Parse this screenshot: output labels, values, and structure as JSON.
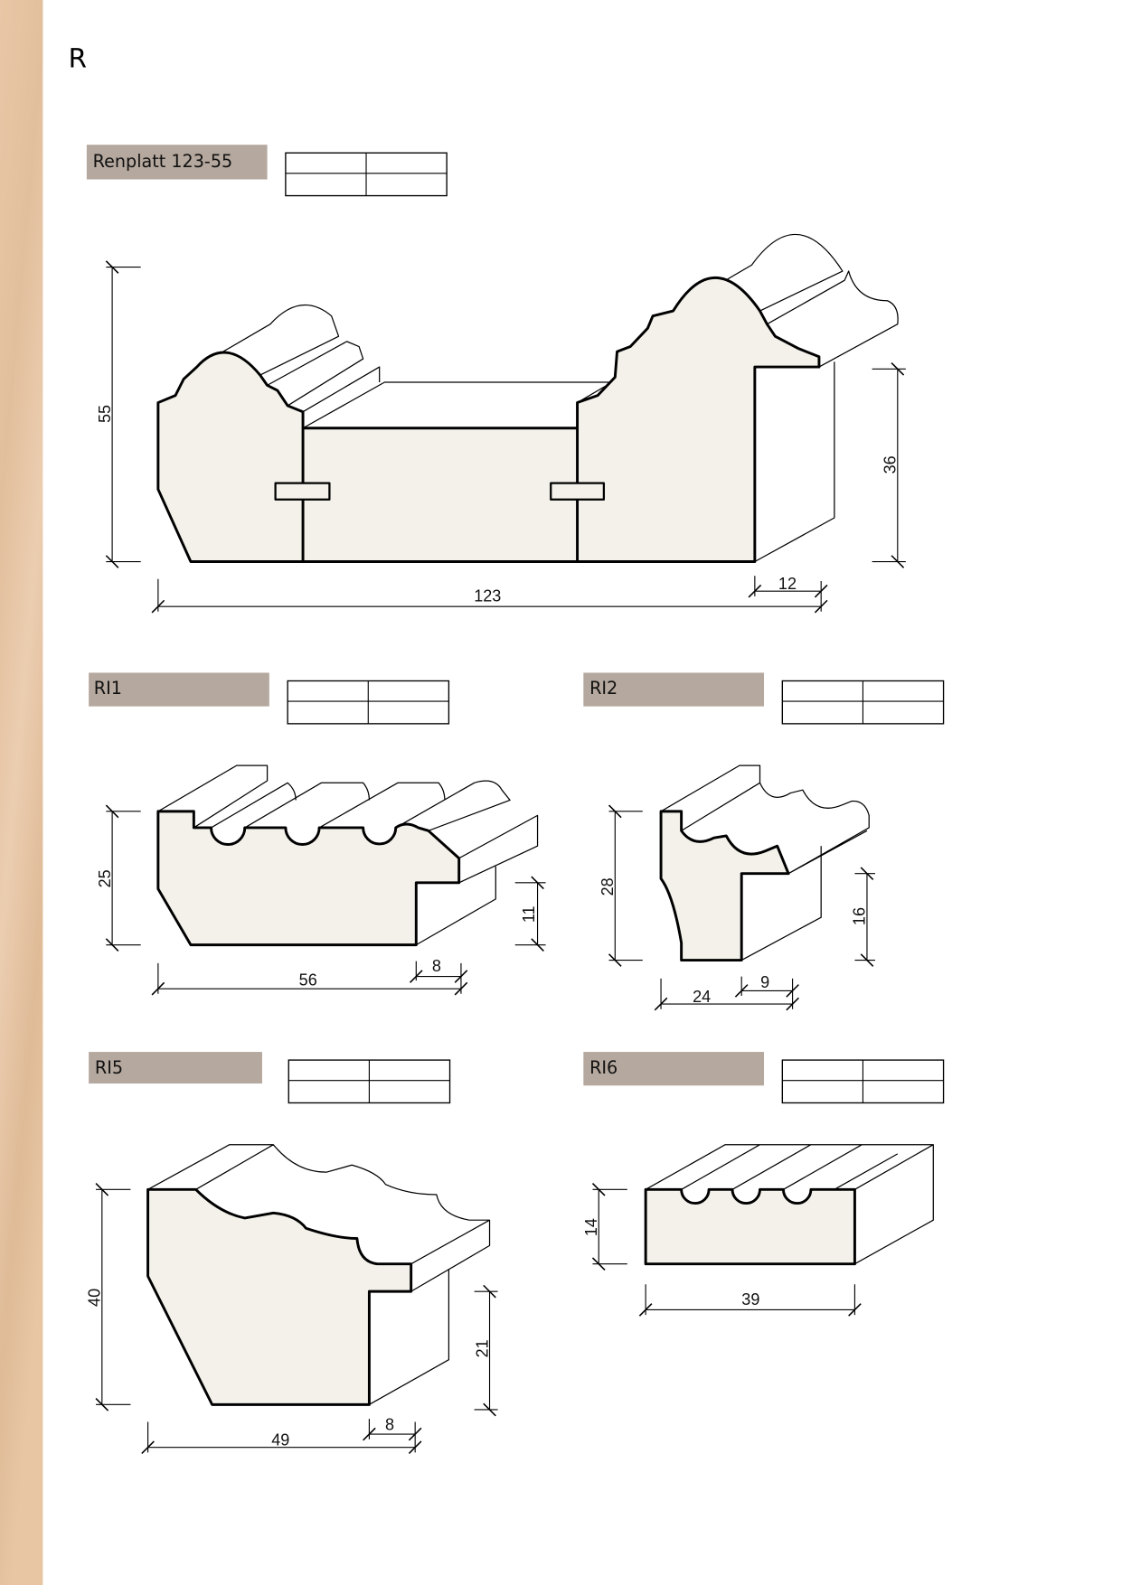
{
  "page": {
    "letter": "R",
    "colors": {
      "wood_strip": "#e6c3a0",
      "label_bar": "#b5a89e",
      "profile_fill": "#f3f1ea"
    }
  },
  "sections": {
    "renplatt": {
      "title": "Renplatt 123-55",
      "dims": {
        "height": "55",
        "rebate_height": "36",
        "width": "123",
        "rebate_width": "12"
      }
    },
    "ri1": {
      "title": "RI1",
      "dims": {
        "height": "25",
        "rebate_height": "11",
        "width": "56",
        "rebate_width": "8"
      }
    },
    "ri2": {
      "title": "RI2",
      "dims": {
        "height": "28",
        "rebate_height": "16",
        "width": "24",
        "rebate_width": "9"
      }
    },
    "ri5": {
      "title": "RI5",
      "dims": {
        "height": "40",
        "rebate_height": "21",
        "width": "49",
        "rebate_width": "8"
      }
    },
    "ri6": {
      "title": "RI6",
      "dims": {
        "height": "14",
        "width": "39"
      }
    }
  }
}
